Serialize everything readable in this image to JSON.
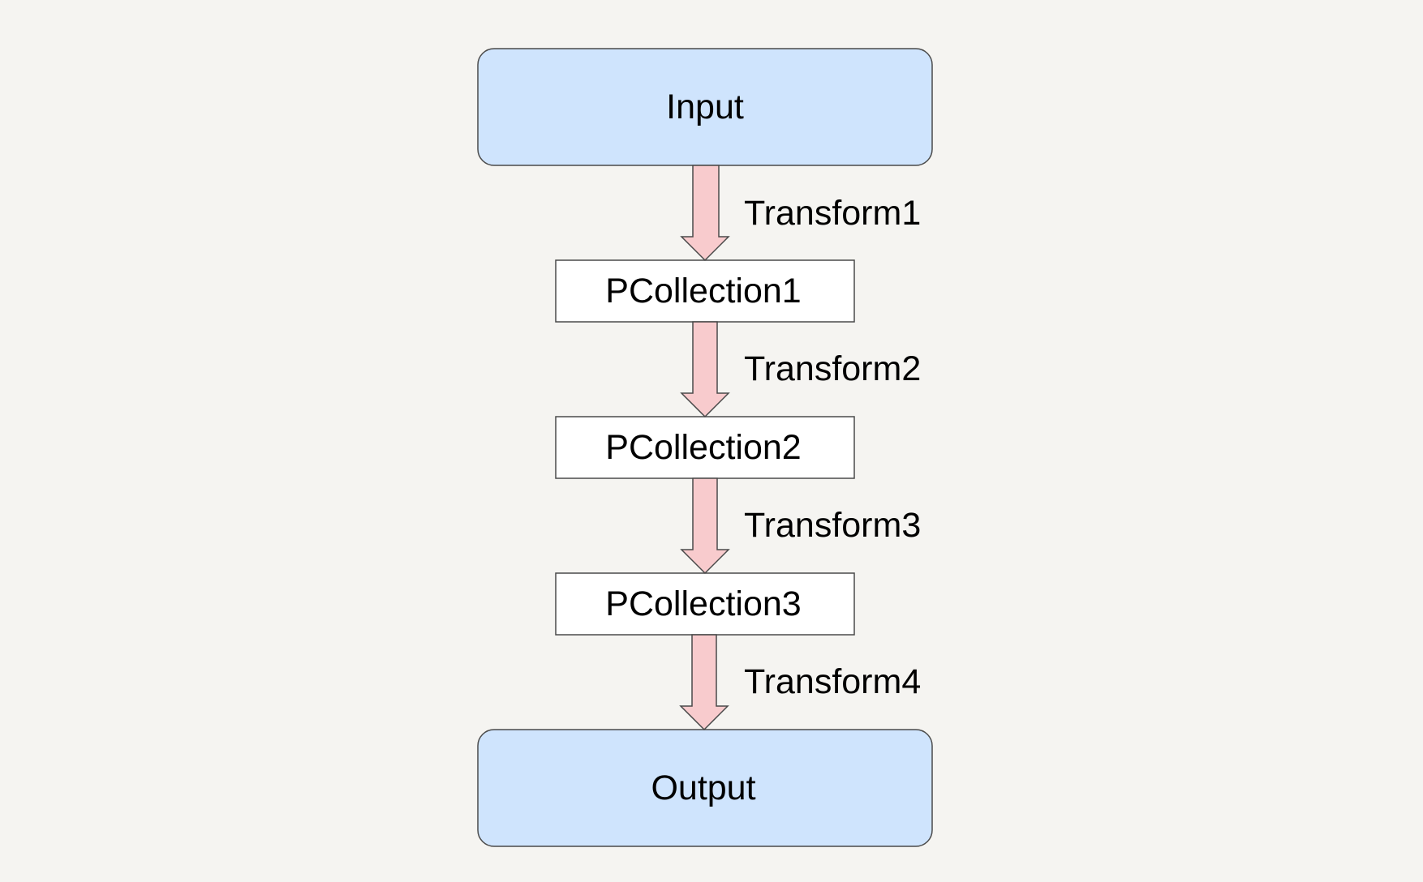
{
  "diagram": {
    "colors": {
      "background": "#f5f4f1",
      "terminal_fill": "#cfe4fd",
      "collection_fill": "#ffffff",
      "arrow_fill": "#f8cbcd",
      "stroke": "#4a4a4a"
    },
    "nodes": [
      {
        "id": "input",
        "label": "Input",
        "kind": "terminal"
      },
      {
        "id": "pcollection1",
        "label": "PCollection1",
        "kind": "collection"
      },
      {
        "id": "pcollection2",
        "label": "PCollection2",
        "kind": "collection"
      },
      {
        "id": "pcollection3",
        "label": "PCollection3",
        "kind": "collection"
      },
      {
        "id": "output",
        "label": "Output",
        "kind": "terminal"
      }
    ],
    "edges": [
      {
        "from": "input",
        "to": "pcollection1",
        "label": "Transform1"
      },
      {
        "from": "pcollection1",
        "to": "pcollection2",
        "label": "Transform2"
      },
      {
        "from": "pcollection2",
        "to": "pcollection3",
        "label": "Transform3"
      },
      {
        "from": "pcollection3",
        "to": "output",
        "label": "Transform4"
      }
    ]
  }
}
